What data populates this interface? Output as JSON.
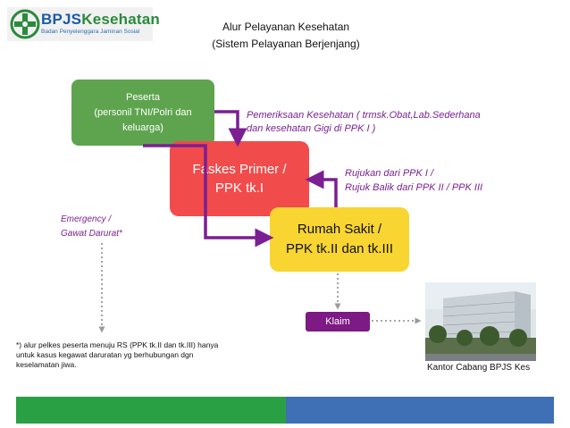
{
  "header": {
    "logo_brand_primary": "BPJS",
    "logo_brand_secondary": "Kesehatan",
    "logo_subtitle": "Badan Penyelenggara Jaminan Sosial",
    "title_line1": "Alur Pelayanan Kesehatan",
    "title_line2": "(Sistem Pelayanan Berjenjang)"
  },
  "nodes": {
    "peserta": [
      "Peserta",
      "(personil TNI/Polri dan",
      "keluarga)"
    ],
    "faskes": [
      "Faskes Primer /",
      "PPK tk.I"
    ],
    "rumah_sakit": [
      "Rumah Sakit /",
      "PPK tk.II dan tk.III"
    ],
    "klaim": "Klaim"
  },
  "notes": {
    "pemeriksaan": [
      "Pemeriksaan Kesehatan ( trmsk.Obat,Lab.Sederhana",
      "dan kesehatan Gigi di PPK I )"
    ],
    "rujukan": [
      "Rujukan dari PPK I /",
      "Rujuk Balik dari PPK II / PPK III"
    ],
    "emergency": [
      "Emergency /",
      "Gawat Darurat*"
    ],
    "footnote": [
      "*) alur pelkes peserta menuju RS (PPK tk.II dan tk.III) hanya",
      "untuk kasus kegawat daruratan yg berhubungan dgn",
      "keselamatan jiwa."
    ],
    "photo_caption": "Kantor Cabang BPJS Kes"
  },
  "colors": {
    "peserta_box": "#5ea44e",
    "faskes_box": "#f24b4b",
    "rs_box": "#f8d531",
    "flow_arrow": "#7b1f93",
    "footer_green": "#2aa045",
    "footer_blue": "#3f6fb4"
  }
}
